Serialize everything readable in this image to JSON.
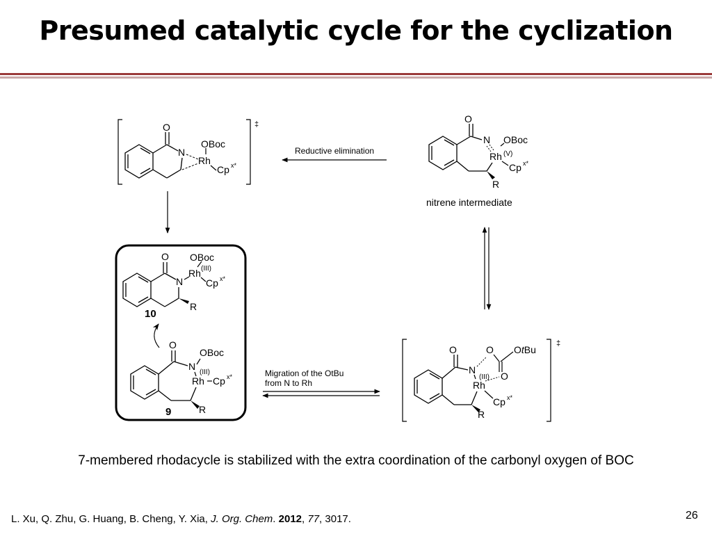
{
  "slide": {
    "title": "Presumed catalytic cycle for the cyclization",
    "caption": "7-membered rhodacycle is stabilized with the extra coordination of the carbonyl oxygen of BOC",
    "page_number": "26",
    "reference": {
      "authors": "L. Xu, Q. Zhu, G. Huang, B. Cheng, Y. Xia, ",
      "journal": "J. Org. Chem",
      "sep1": ". ",
      "year": "2012",
      "sep2": ", ",
      "volume": "77",
      "pages": ", 3017."
    }
  },
  "scheme": {
    "arrow_top": "Reductive elimination",
    "arrow_bottom_line1": "Migration of the OtBu",
    "arrow_bottom_line2": "from N to Rh",
    "nitrene_label": "nitrene intermediate",
    "dagger": "‡",
    "compound_9": "9",
    "compound_10": "10",
    "atom": {
      "O": "O",
      "N": "N",
      "Rh": "Rh",
      "OBoc": "OBoc",
      "Cp": "Cp",
      "cp_sup": "x*",
      "R": "R",
      "ox3": "(III)",
      "ox5": "(V)",
      "OtBu_O": "O",
      "OtBu_t": "t",
      "OtBu_Bu": "Bu"
    }
  }
}
